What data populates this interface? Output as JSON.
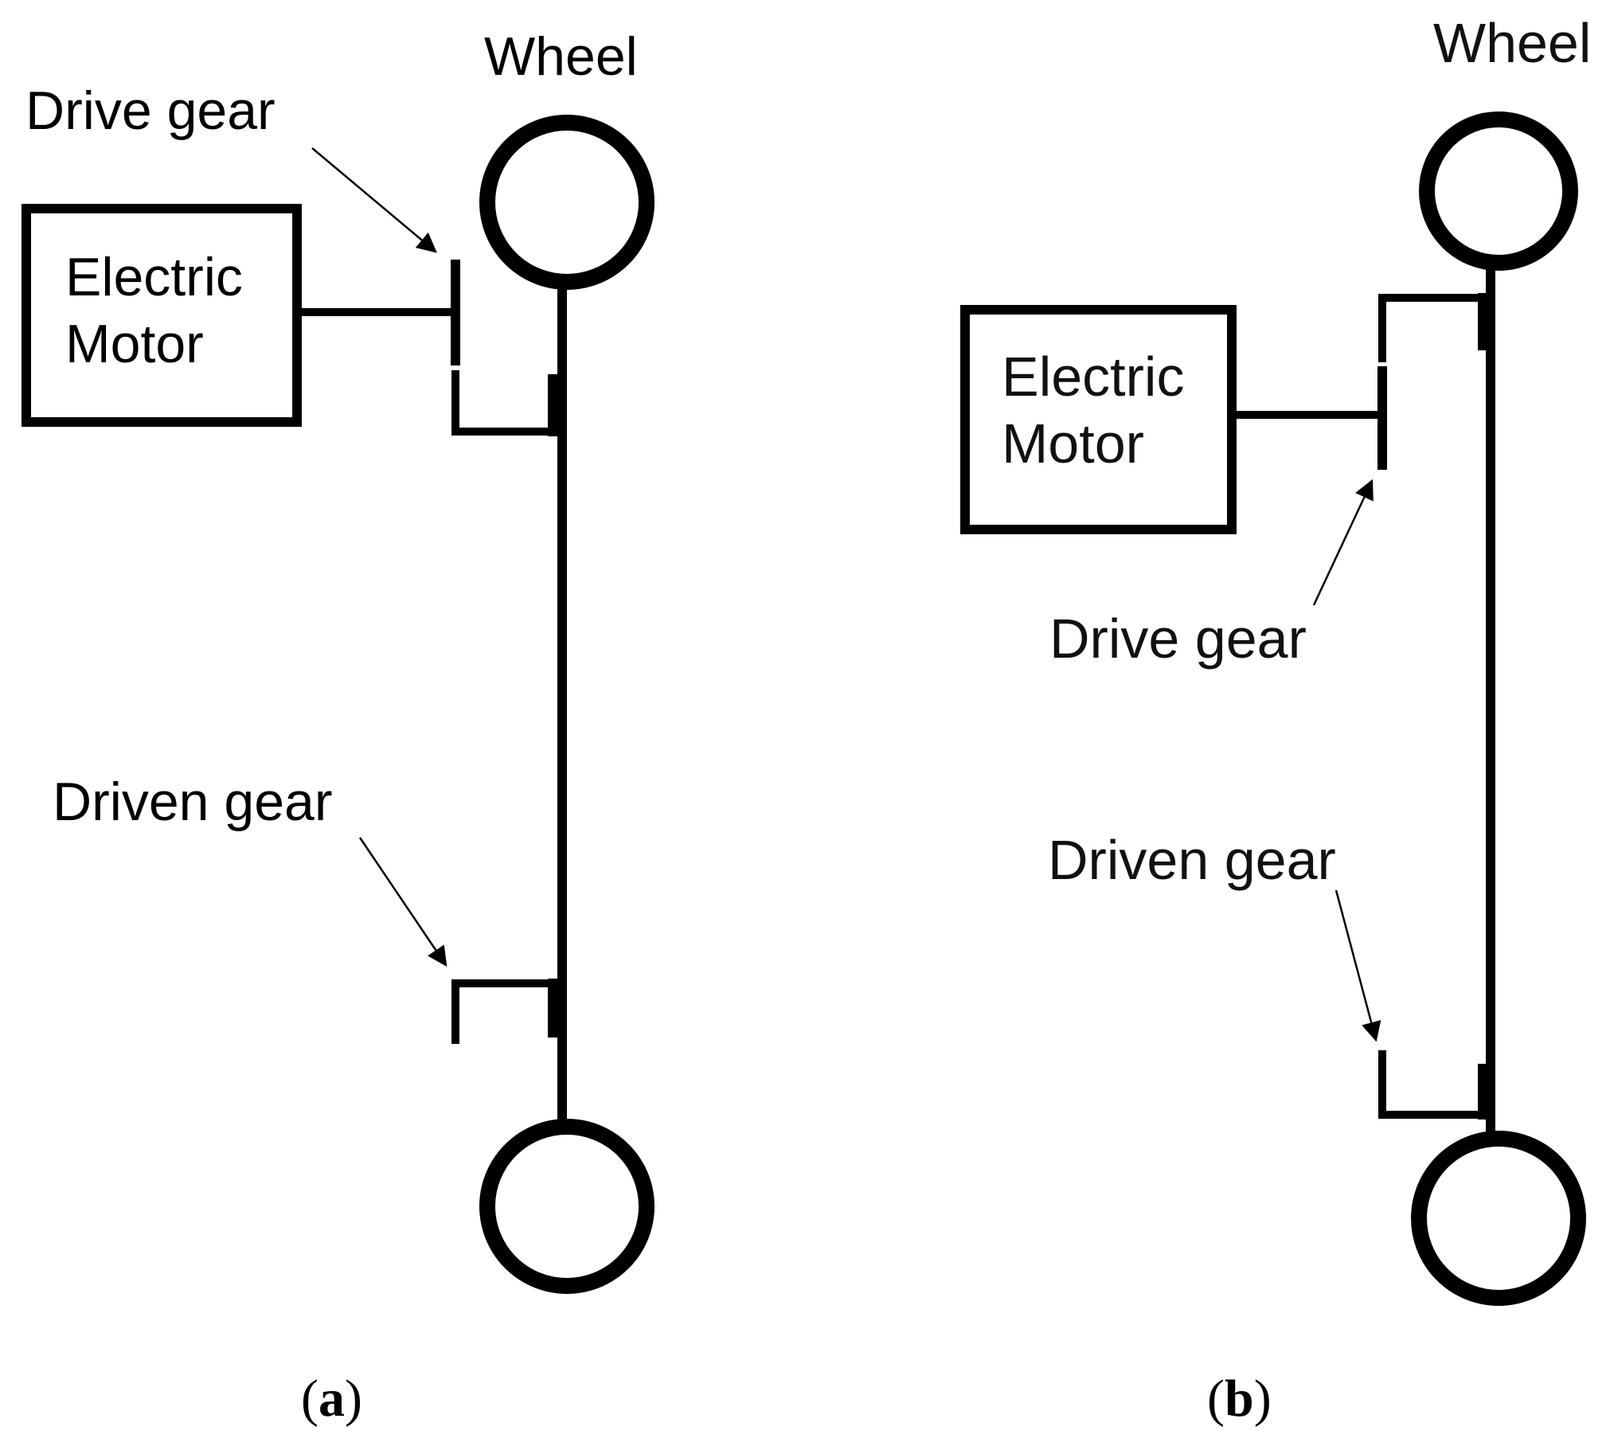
{
  "panel_a": {
    "wheel_label": "Wheel",
    "drive_gear_label": "Drive gear",
    "driven_gear_label": "Driven gear",
    "motor_line1": "Electric",
    "motor_line2": "Motor",
    "caption_open": "(",
    "caption_letter": "a",
    "caption_close": ")"
  },
  "panel_b": {
    "wheel_label": "Wheel",
    "drive_gear_label": "Drive gear",
    "driven_gear_label": "Driven gear",
    "motor_line1": "Electric",
    "motor_line2": "Motor",
    "caption_open": "(",
    "caption_letter": "b",
    "caption_close": ")"
  },
  "colors": {
    "ink": "#000000",
    "background": "#ffffff"
  }
}
